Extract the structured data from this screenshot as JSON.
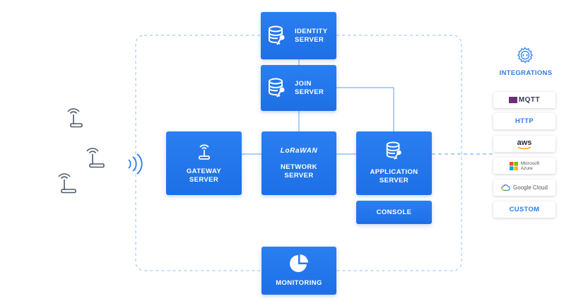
{
  "boxes": {
    "identity": [
      "IDENTITY",
      "SERVER"
    ],
    "join": [
      "JOIN",
      "SERVER"
    ],
    "gateway": [
      "GATEWAY",
      "SERVER"
    ],
    "network": [
      "NETWORK",
      "SERVER"
    ],
    "application": [
      "APPLICATION",
      "SERVER"
    ],
    "console": "CONSOLE",
    "monitoring": "MONITORING",
    "lorawan_logo": "LoRaWAN"
  },
  "integrations": {
    "title": "INTEGRATIONS",
    "items": [
      "MQTT",
      "HTTP",
      "aws",
      "Microsoft Azure",
      "Google Cloud",
      "CUSTOM"
    ],
    "microsoft_lines": [
      "Microsoft",
      "Azure"
    ]
  },
  "colors": {
    "box_blue": "#2a7ff0",
    "line_blue": "#5aa2f0",
    "dashed_border": "#8ec1f5",
    "device_gray": "#4d5a6a"
  },
  "icons": {
    "identity": "database-key-icon",
    "join": "database-key-icon",
    "gateway": "gateway-antenna-icon",
    "application": "database-key-icon",
    "monitoring": "pie-chart-icon",
    "integrations": "gear-code-icon",
    "devices": "antenna-device-icon",
    "signal": "radio-waves-icon"
  }
}
